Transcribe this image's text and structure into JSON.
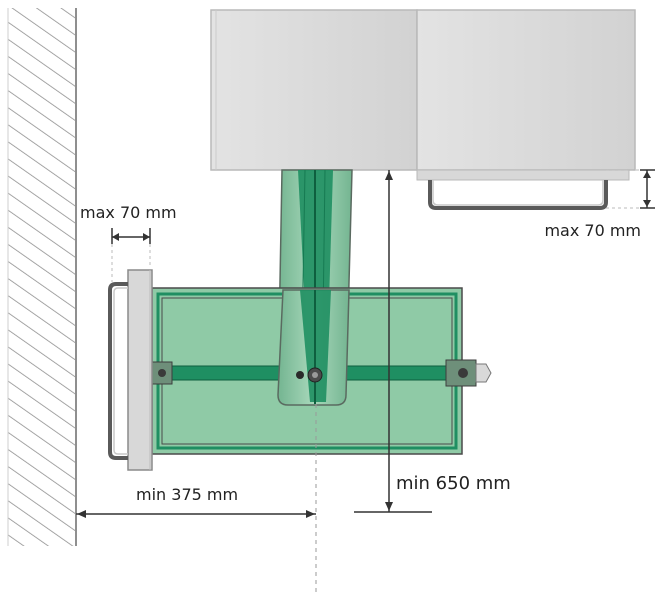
{
  "labels": {
    "handle_clearance_left": "max 70 mm",
    "handle_clearance_right": "max 70 mm",
    "wall_distance": "min 375 mm",
    "depth_clearance": "min 650 mm"
  },
  "colors": {
    "cabinet": "#dedede",
    "cabinet_stroke": "#b9b9b9",
    "frame_green": "#1f8f62",
    "panel_green": "#8fcaa6",
    "dimension_line": "#333333",
    "wall_hatch": "#8f8f8f"
  }
}
